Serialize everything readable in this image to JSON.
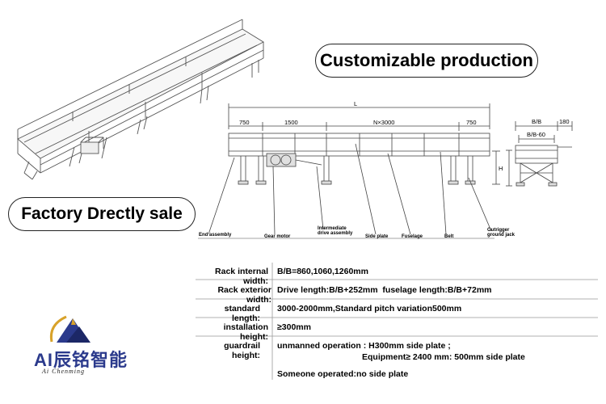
{
  "callouts": {
    "customizable": "Customizable production",
    "factory": "Factory Drectly sale"
  },
  "drawing": {
    "overall_label": "L",
    "dims": [
      "750",
      "1500",
      "N×3000",
      "750"
    ],
    "cross_dims": {
      "bb": "B/B",
      "bb60": "B/B-60",
      "side": "180",
      "height": "H"
    },
    "parts": [
      "End assembly",
      "Gear motor",
      "Intermediate drive assembly",
      "Side plate",
      "Fuselage",
      "Belt",
      "Outrigger ground jack"
    ]
  },
  "specs": [
    {
      "label": "Rack internal width:",
      "value": "B/B=860,1060,1260mm"
    },
    {
      "label": "Rack exterior width:",
      "value": "Drive length:B/B+252mm  fuselage length:B/B+72mm"
    },
    {
      "label": "standard length:",
      "value": "3000-2000mm,Standard pitch variation500mm"
    },
    {
      "label": "installation height:",
      "value": "≥300mm"
    },
    {
      "label": "guardrail height:",
      "value": "unmanned operation : H300mm side plate ;",
      "value2": "Equipment≥ 2400 mm: 500mm side plate",
      "value3": "Someone operated:no side plate"
    }
  ],
  "brand": {
    "name": "AI辰铭智能",
    "sub": "Ai Chenming"
  },
  "colors": {
    "brand_blue": "#2b3a8c",
    "logo_gold": "#d8a22a"
  }
}
